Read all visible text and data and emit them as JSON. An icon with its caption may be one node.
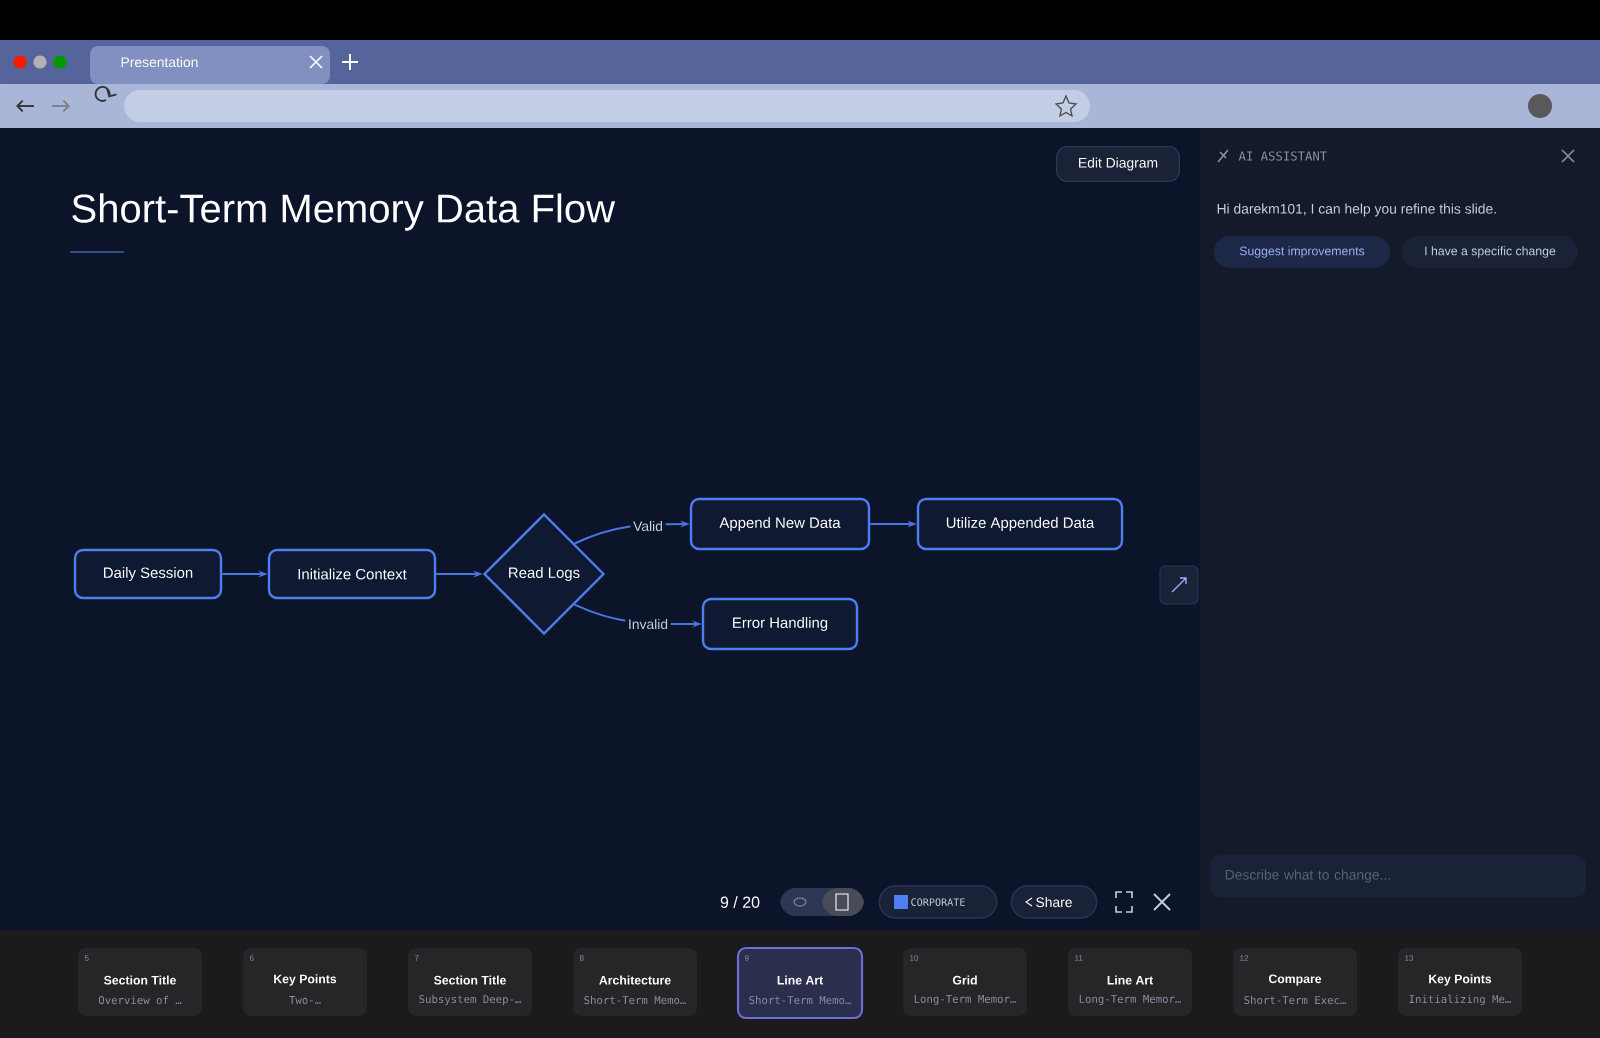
{
  "diagram": {
    "title": "Short-Term Memory Data Flow",
    "nodes": [
      {
        "text": [
          "Daily Session"
        ]
      },
      {
        "text": [
          "Initialize Context"
        ]
      },
      {
        "text": [
          "Read Logs"
        ]
      },
      {
        "text": [
          "Append New Data"
        ]
      },
      {
        "text": [
          "Utilize Appended Data"
        ]
      },
      {
        "text": [
          "Error Handling"
        ]
      }
    ],
    "edges": [
      {
        "from": 0,
        "to": 1,
        "arrow": "to"
      },
      {
        "from": 1,
        "to": 2,
        "arrow": "to"
      },
      {
        "from": 2,
        "to": 3,
        "arrow": "to",
        "label": "Valid"
      },
      {
        "from": 3,
        "to": 4,
        "arrow": "to"
      },
      {
        "from": 2,
        "to": 5,
        "arrow": "to",
        "label": "Invalid"
      }
    ],
    "labels": [
      "Presentation",
      "Edit Diagram",
      "AI ASSISTANT",
      "Hi darekm101, I can help you refine this slide.",
      "Suggest improvements",
      "I have a specific change",
      "9 / 20",
      "CORPORATE",
      "Share",
      "Describe what to change...",
      "5",
      "Section Title",
      "Overview of …",
      "6",
      "Key Points",
      "Two-…",
      "7",
      "Section Title",
      "Subsystem Deep-…",
      "8",
      "Architecture",
      "Short-Term Memo…",
      "9",
      "Line Art",
      "Short-Term Memo…",
      "10",
      "Grid",
      "Long-Term Memor…",
      "11",
      "Line Art",
      "Long-Term Memor…",
      "12",
      "Compare",
      "Short-Term Exec…",
      "13",
      "Key Points",
      "Initializing Me…"
    ]
  }
}
